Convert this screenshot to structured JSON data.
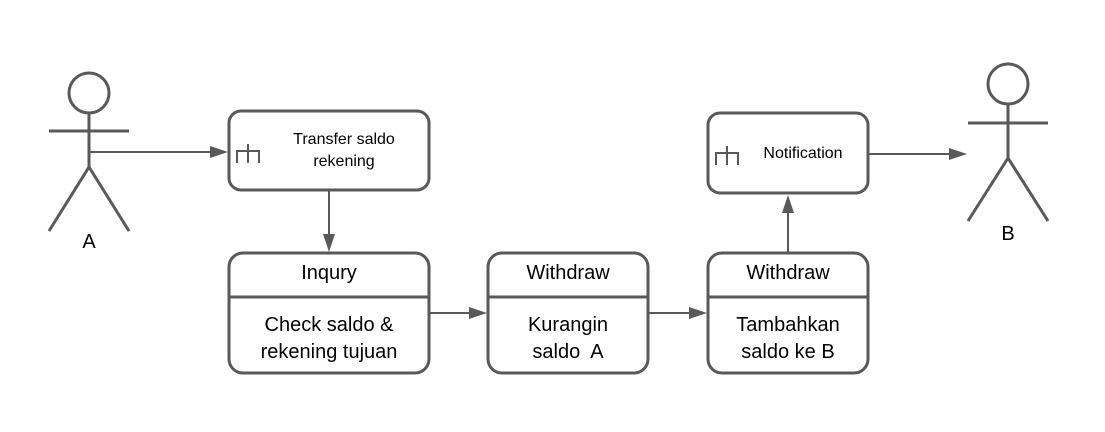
{
  "actors": {
    "sender": {
      "label": "A"
    },
    "receiver": {
      "label": "B"
    }
  },
  "actions": {
    "transfer": {
      "line1": "Transfer saldo",
      "line2": "rekening",
      "icon": "rake-icon"
    },
    "notification": {
      "label": "Notification",
      "icon": "rake-icon"
    }
  },
  "compartments": {
    "inquiry": {
      "title": "Inqury",
      "line1": "Check saldo &",
      "line2": "rekening tujuan"
    },
    "withdraw_a": {
      "title": "Withdraw",
      "line1": "Kurangin",
      "line2": "saldo  A"
    },
    "withdraw_b": {
      "title": "Withdraw",
      "line1": "Tambahkan",
      "line2": "saldo ke B"
    }
  }
}
